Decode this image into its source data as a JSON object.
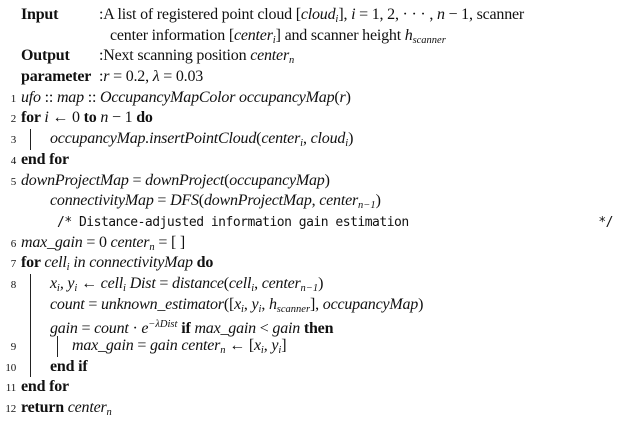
{
  "colors": {
    "text": "#111111",
    "indent_bar": "#222222",
    "background": "#ffffff"
  },
  "rows": [
    {
      "kind": "header",
      "name": "input-line",
      "label": "Input",
      "segs": [
        [
          "rm",
          ":A list of registered point cloud ["
        ],
        [
          "it",
          "cloud"
        ],
        [
          "sub",
          "i"
        ],
        [
          "rm",
          "], "
        ],
        [
          "it",
          "i"
        ],
        [
          "rm",
          " = 1, 2, · · · , "
        ],
        [
          "it",
          "n"
        ],
        [
          "rm",
          " − 1, scanner"
        ]
      ]
    },
    {
      "kind": "header",
      "name": "input-continuation",
      "label": "",
      "pad": 11,
      "segs": [
        [
          "rm",
          "center information ["
        ],
        [
          "it",
          "center"
        ],
        [
          "sub",
          "i"
        ],
        [
          "rm",
          "] and scanner height "
        ],
        [
          "it",
          "h"
        ],
        [
          "sub",
          "scanner"
        ]
      ]
    },
    {
      "kind": "header",
      "name": "output-line",
      "label": "Output",
      "segs": [
        [
          "rm",
          ":Next scanning position "
        ],
        [
          "it",
          "center"
        ],
        [
          "sub",
          "n"
        ]
      ]
    },
    {
      "kind": "header",
      "name": "parameter-line",
      "label": "parameter",
      "segs": [
        [
          "rm",
          ":"
        ],
        [
          "it",
          "r"
        ],
        [
          "rm",
          " = 0.2, "
        ],
        [
          "it",
          "λ"
        ],
        [
          "rm",
          " = 0.03"
        ]
      ]
    },
    {
      "kind": "code",
      "name": "code-line-1",
      "num": "1",
      "bars": 0,
      "segs": [
        [
          "it",
          "ufo"
        ],
        [
          "rm",
          " :: "
        ],
        [
          "it",
          "map"
        ],
        [
          "rm",
          " :: "
        ],
        [
          "it",
          "OccupancyMapColor occupancyMap"
        ],
        [
          "rm",
          "("
        ],
        [
          "it",
          "r"
        ],
        [
          "rm",
          ")"
        ]
      ]
    },
    {
      "kind": "code",
      "name": "code-line-2",
      "num": "2",
      "bars": 0,
      "segs": [
        [
          "bf",
          "for "
        ],
        [
          "it",
          "i"
        ],
        [
          "rm",
          " ← 0 "
        ],
        [
          "bf",
          "to "
        ],
        [
          "it",
          "n"
        ],
        [
          "rm",
          " − 1 "
        ],
        [
          "bf",
          "do"
        ]
      ]
    },
    {
      "kind": "code",
      "name": "code-line-3",
      "num": "3",
      "bars": 1,
      "pad": 19,
      "segs": [
        [
          "it",
          "occupancyMap.insertPointCloud"
        ],
        [
          "rm",
          "("
        ],
        [
          "it",
          "center"
        ],
        [
          "sub",
          "i"
        ],
        [
          "rm",
          ", "
        ],
        [
          "it",
          "cloud"
        ],
        [
          "sub",
          "i"
        ],
        [
          "rm",
          ")"
        ]
      ]
    },
    {
      "kind": "code",
      "name": "code-line-4",
      "num": "4",
      "bars": 0,
      "segs": [
        [
          "bf",
          "end for"
        ]
      ]
    },
    {
      "kind": "code",
      "name": "code-line-5",
      "num": "5",
      "bars": 0,
      "segs": [
        [
          "it",
          "downProjectMap"
        ],
        [
          "rm",
          " = "
        ],
        [
          "it",
          "downProject"
        ],
        [
          "rm",
          "("
        ],
        [
          "it",
          "occupancyMap"
        ],
        [
          "rm",
          ")"
        ]
      ]
    },
    {
      "kind": "code",
      "name": "code-line-5-continuation",
      "num": "",
      "bars": 0,
      "pad": 29,
      "segs": [
        [
          "it",
          "connectivityMap"
        ],
        [
          "rm",
          " = "
        ],
        [
          "it",
          "DFS"
        ],
        [
          "rm",
          "("
        ],
        [
          "it",
          "downProjectMap"
        ],
        [
          "rm",
          ", "
        ],
        [
          "it",
          "center"
        ],
        [
          "sub",
          "n−1"
        ],
        [
          "rm",
          ")"
        ]
      ]
    },
    {
      "kind": "code",
      "name": "comment-line",
      "num": "",
      "bars": 0,
      "pad": 36,
      "segs": [
        [
          "tt",
          "/* Distance-adjusted information gain estimation"
        ]
      ],
      "right": [
        [
          "tt",
          "*/"
        ]
      ]
    },
    {
      "kind": "code",
      "name": "code-line-6",
      "num": "6",
      "bars": 0,
      "segs": [
        [
          "it",
          "max_gain"
        ],
        [
          "rm",
          " = 0 "
        ],
        [
          "it",
          "center"
        ],
        [
          "sub",
          "n"
        ],
        [
          "rm",
          " = [ ]"
        ]
      ]
    },
    {
      "kind": "code",
      "name": "code-line-7",
      "num": "7",
      "bars": 0,
      "segs": [
        [
          "bf",
          "for "
        ],
        [
          "it",
          "cell"
        ],
        [
          "sub",
          "i"
        ],
        [
          "it",
          " in connectivityMap "
        ],
        [
          "bf",
          "do"
        ]
      ]
    },
    {
      "kind": "code",
      "name": "code-line-8",
      "num": "8",
      "bars": 1,
      "pad": 19,
      "segs": [
        [
          "it",
          "x"
        ],
        [
          "sub",
          "i"
        ],
        [
          "it",
          ", y"
        ],
        [
          "sub",
          "i"
        ],
        [
          "rm",
          " ← "
        ],
        [
          "it",
          "cell"
        ],
        [
          "sub",
          "i"
        ],
        [
          "it",
          " Dist"
        ],
        [
          "rm",
          " = "
        ],
        [
          "it",
          "distance"
        ],
        [
          "rm",
          "("
        ],
        [
          "it",
          "cell"
        ],
        [
          "sub",
          "i"
        ],
        [
          "rm",
          ", "
        ],
        [
          "it",
          "center"
        ],
        [
          "sub",
          "n−1"
        ],
        [
          "rm",
          ")"
        ]
      ]
    },
    {
      "kind": "code",
      "name": "code-line-8-continuation-count",
      "num": "",
      "bars": 1,
      "pad": 19,
      "segs": [
        [
          "it",
          "count"
        ],
        [
          "rm",
          " = "
        ],
        [
          "it",
          "unknown_estimator"
        ],
        [
          "rm",
          "(["
        ],
        [
          "it",
          "x"
        ],
        [
          "sub",
          "i"
        ],
        [
          "rm",
          ", "
        ],
        [
          "it",
          "y"
        ],
        [
          "sub",
          "i"
        ],
        [
          "rm",
          ", "
        ],
        [
          "it",
          "h"
        ],
        [
          "sub",
          "scanner"
        ],
        [
          "rm",
          "], "
        ],
        [
          "it",
          "occupancyMap"
        ],
        [
          "rm",
          ")"
        ]
      ]
    },
    {
      "kind": "code",
      "name": "code-line-8-continuation-gain",
      "num": "",
      "bars": 1,
      "pad": 19,
      "segs": [
        [
          "it",
          "gain"
        ],
        [
          "rm",
          " = "
        ],
        [
          "it",
          "count"
        ],
        [
          "rm",
          " · "
        ],
        [
          "it",
          "e"
        ],
        [
          "sup",
          "−λDist"
        ],
        [
          "rm",
          " "
        ],
        [
          "bf",
          "if "
        ],
        [
          "it",
          "max_gain"
        ],
        [
          "rm",
          " < "
        ],
        [
          "it",
          "gain"
        ],
        [
          "rm",
          " "
        ],
        [
          "bf",
          "then"
        ]
      ]
    },
    {
      "kind": "code",
      "name": "code-line-9",
      "num": "9",
      "bars": 2,
      "pad": 14,
      "segs": [
        [
          "it",
          "max_gain"
        ],
        [
          "rm",
          " = "
        ],
        [
          "it",
          "gain center"
        ],
        [
          "sub",
          "n"
        ],
        [
          "rm",
          " ← ["
        ],
        [
          "it",
          "x"
        ],
        [
          "sub",
          "i"
        ],
        [
          "rm",
          ", "
        ],
        [
          "it",
          "y"
        ],
        [
          "sub",
          "i"
        ],
        [
          "rm",
          "]"
        ]
      ]
    },
    {
      "kind": "code",
      "name": "code-line-10",
      "num": "10",
      "bars": 1,
      "pad": 19,
      "segs": [
        [
          "bf",
          "end if"
        ]
      ]
    },
    {
      "kind": "code",
      "name": "code-line-11",
      "num": "11",
      "bars": 0,
      "segs": [
        [
          "bf",
          "end for"
        ]
      ]
    },
    {
      "kind": "code",
      "name": "code-line-12",
      "num": "12",
      "bars": 0,
      "segs": [
        [
          "bf",
          "return "
        ],
        [
          "it",
          "center"
        ],
        [
          "sub",
          "n"
        ]
      ]
    }
  ]
}
